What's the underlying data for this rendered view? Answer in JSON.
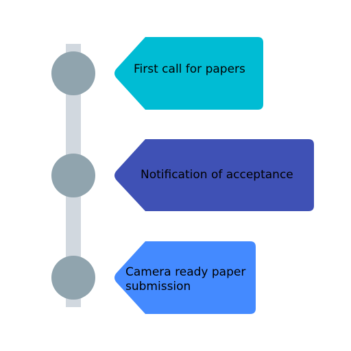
{
  "timeline": {
    "track_color": "#d1d8df",
    "node_color": "#90a4ae",
    "milestones": [
      {
        "label": "First call for papers",
        "color": "#00bcd4"
      },
      {
        "label": "Notification of acceptance",
        "color": "#3f51b5"
      },
      {
        "label": "Camera ready paper\nsubmission",
        "color": "#448aff"
      }
    ]
  }
}
